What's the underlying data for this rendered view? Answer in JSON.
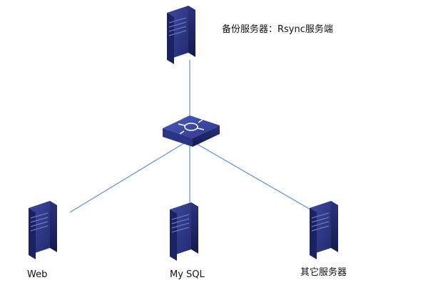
{
  "diagram": {
    "backup_label": "备份服务器：Rsync服务端",
    "web_label": "Web",
    "mysql_label": "My SQL",
    "other_label": "其它服务器"
  },
  "colors": {
    "link_line": "#5a8fd8",
    "server_front": "#2e3a8c",
    "server_side": "#1c2462",
    "server_top": "#5c66b8",
    "switch_top": "#3a4aa6",
    "switch_side": "#1f2a70"
  },
  "icons": [
    "server-icon",
    "switch-icon"
  ]
}
